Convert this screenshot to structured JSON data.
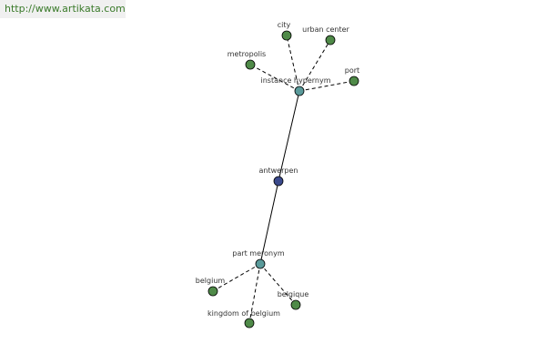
{
  "watermark": "http://www.artikata.com",
  "colors": {
    "root": "#3b4a8c",
    "relation": "#5a9a9a",
    "leaf": "#4f8a48"
  },
  "graph": {
    "nodes": [
      {
        "id": "antwerpen",
        "label": "antwerpen",
        "kind": "root"
      },
      {
        "id": "instance_hypernym",
        "label": "instance hypernym",
        "kind": "relation"
      },
      {
        "id": "part_meronym",
        "label": "part meronym",
        "kind": "relation"
      },
      {
        "id": "city",
        "label": "city",
        "kind": "leaf"
      },
      {
        "id": "urban_center",
        "label": "urban center",
        "kind": "leaf"
      },
      {
        "id": "metropolis",
        "label": "metropolis",
        "kind": "leaf"
      },
      {
        "id": "port",
        "label": "port",
        "kind": "leaf"
      },
      {
        "id": "belgium",
        "label": "belgium",
        "kind": "leaf"
      },
      {
        "id": "belgique",
        "label": "belgique",
        "kind": "leaf"
      },
      {
        "id": "kingdom_of_belgium",
        "label": "kingdom of belgium",
        "kind": "leaf"
      }
    ],
    "edges": [
      {
        "from": "antwerpen",
        "to": "instance_hypernym",
        "style": "solid"
      },
      {
        "from": "antwerpen",
        "to": "part_meronym",
        "style": "solid"
      },
      {
        "from": "instance_hypernym",
        "to": "city",
        "style": "dashed"
      },
      {
        "from": "instance_hypernym",
        "to": "urban_center",
        "style": "dashed"
      },
      {
        "from": "instance_hypernym",
        "to": "metropolis",
        "style": "dashed"
      },
      {
        "from": "instance_hypernym",
        "to": "port",
        "style": "dashed"
      },
      {
        "from": "part_meronym",
        "to": "belgium",
        "style": "dashed"
      },
      {
        "from": "part_meronym",
        "to": "belgique",
        "style": "dashed"
      },
      {
        "from": "part_meronym",
        "to": "kingdom_of_belgium",
        "style": "dashed"
      }
    ]
  }
}
